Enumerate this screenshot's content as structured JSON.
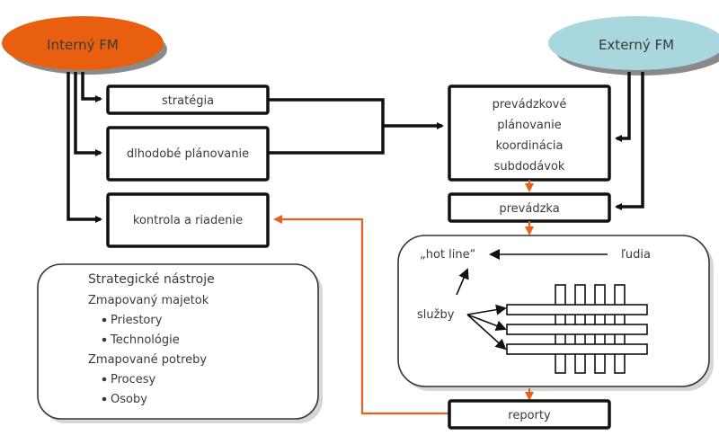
{
  "colors": {
    "internal": "#e8600f",
    "external": "#a8d8de",
    "flow": "#e8601c",
    "line": "#111111"
  },
  "nodes": {
    "internal_fm": "Interný FM",
    "external_fm": "Externý FM",
    "strategia": "stratégia",
    "dlhodobe": "dlhodobé plánovanie",
    "kontrola": "kontrola a riadenie",
    "prevadzkove": [
      "prevádzkové",
      "plánovanie",
      "koordinácia",
      "subdodávok"
    ],
    "prevadzka": "prevádzka",
    "reporty": "reporty"
  },
  "operations_panel": {
    "hot_line": "„hot line“",
    "ludia": "ľudia",
    "sluzby": "služby"
  },
  "tools_panel": {
    "title": "Strategické nástroje",
    "groups": [
      {
        "label": "Zmapovaný majetok",
        "items": [
          "Priestory",
          "Technológie"
        ]
      },
      {
        "label": "Zmapované potreby",
        "items": [
          "Procesy",
          "Osoby"
        ]
      }
    ]
  }
}
